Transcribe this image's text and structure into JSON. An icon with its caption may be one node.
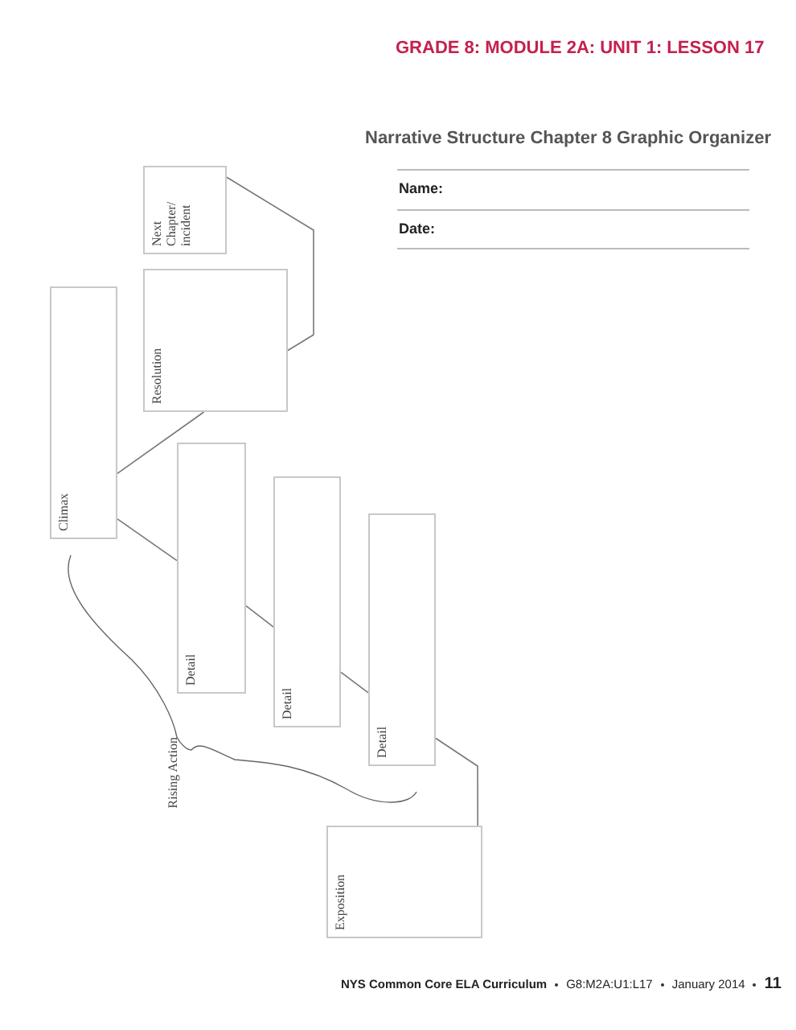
{
  "diagram": {
    "title": "Narrative Structure Chapter 8 Graphic Organizer",
    "nodes": [
      {
        "text": [
          "Next Chapter/ incident"
        ]
      },
      {
        "text": [
          "Resolution"
        ]
      },
      {
        "text": [
          "Climax"
        ]
      },
      {
        "text": [
          "Detail"
        ]
      },
      {
        "text": [
          "Detail"
        ]
      },
      {
        "text": [
          "Detail"
        ]
      },
      {
        "text": [
          "Exposition"
        ]
      }
    ],
    "edges": [
      {
        "from": 0,
        "to": 1,
        "arrow": "none"
      },
      {
        "from": 1,
        "to": 2,
        "arrow": "none"
      },
      {
        "from": 2,
        "to": 3,
        "arrow": "none"
      },
      {
        "from": 3,
        "to": 4,
        "arrow": "none"
      },
      {
        "from": 4,
        "to": 5,
        "arrow": "none"
      },
      {
        "from": 5,
        "to": 6,
        "arrow": "none"
      }
    ],
    "labels": [
      "GRADE 8: MODULE 2A: UNIT 1: LESSON 17",
      "Name:",
      "Date:",
      "Rising Action",
      "NYS Common Core ELA Curriculum",
      "G8:M2A:U1:L17",
      "January 2014",
      "11"
    ]
  }
}
